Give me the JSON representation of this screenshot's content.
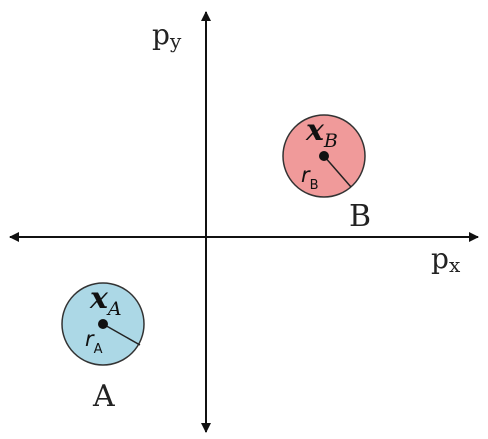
{
  "axes": {
    "x_label_main": "p",
    "x_label_sub": "x",
    "y_label_main": "p",
    "y_label_sub": "y"
  },
  "objects": {
    "a": {
      "label": "A",
      "position_main": "x",
      "position_sub": "A",
      "radius_main": "r",
      "radius_sub": "A",
      "fill_color": "#acd8e6"
    },
    "b": {
      "label": "B",
      "position_main": "x",
      "position_sub": "B",
      "radius_main": "r",
      "radius_sub": "B",
      "fill_color": "#f09a9a"
    }
  },
  "colors": {
    "axis": "#111111",
    "outline": "#333333"
  }
}
